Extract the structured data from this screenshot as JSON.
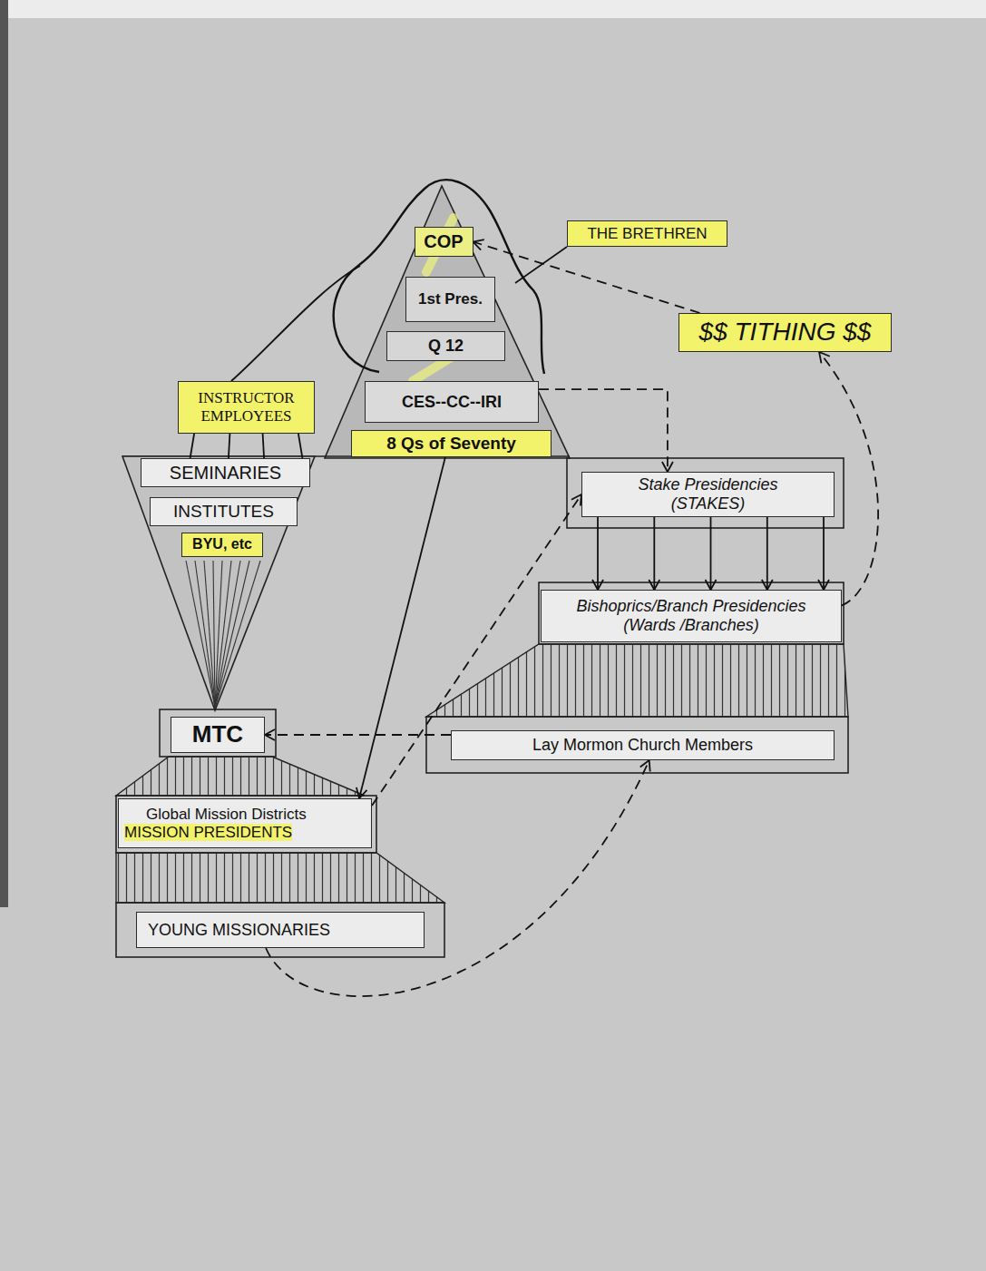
{
  "diagram": {
    "nodes": [
      {
        "text": [
          "COP"
        ]
      },
      {
        "text": [
          "THE BRETHREN"
        ]
      },
      {
        "text": [
          "$$ TITHING $$"
        ]
      },
      {
        "text": [
          "1st Pres."
        ]
      },
      {
        "text": [
          "Q 12"
        ]
      },
      {
        "text": [
          "INSTRUCTOR EMPLOYEES"
        ]
      },
      {
        "text": [
          "CES--CC--IRI"
        ]
      },
      {
        "text": [
          "8 Qs of Seventy"
        ]
      },
      {
        "text": [
          "SEMINARIES"
        ]
      },
      {
        "text": [
          "Stake Presidencies (STAKES)"
        ]
      },
      {
        "text": [
          "INSTITUTES"
        ]
      },
      {
        "text": [
          "BYU, etc"
        ]
      },
      {
        "text": [
          "Bishoprics/Branch Presidencies (Wards /Branches)"
        ]
      },
      {
        "text": [
          "MTC"
        ]
      },
      {
        "text": [
          "Lay Mormon Church Members"
        ]
      },
      {
        "text": [
          "Global Mission Districts",
          "MISSION PRESIDENTS"
        ]
      },
      {
        "text": [
          "YOUNG MISSIONARIES"
        ]
      }
    ],
    "edges": [
      {
        "from": 6,
        "to": 9,
        "arrow": "to"
      },
      {
        "from": 9,
        "to": 12,
        "arrow": "to"
      },
      {
        "from": 7,
        "to": 15,
        "arrow": "to"
      },
      {
        "from": 15,
        "to": 9,
        "arrow": "to"
      },
      {
        "from": 14,
        "to": 13,
        "arrow": "to"
      },
      {
        "from": 16,
        "to": 14,
        "arrow": "to"
      },
      {
        "from": 12,
        "to": 2,
        "arrow": "to"
      },
      {
        "from": 2,
        "to": 0,
        "arrow": "to"
      },
      {
        "from": 5,
        "to": 8,
        "arrow": "none"
      }
    ]
  }
}
